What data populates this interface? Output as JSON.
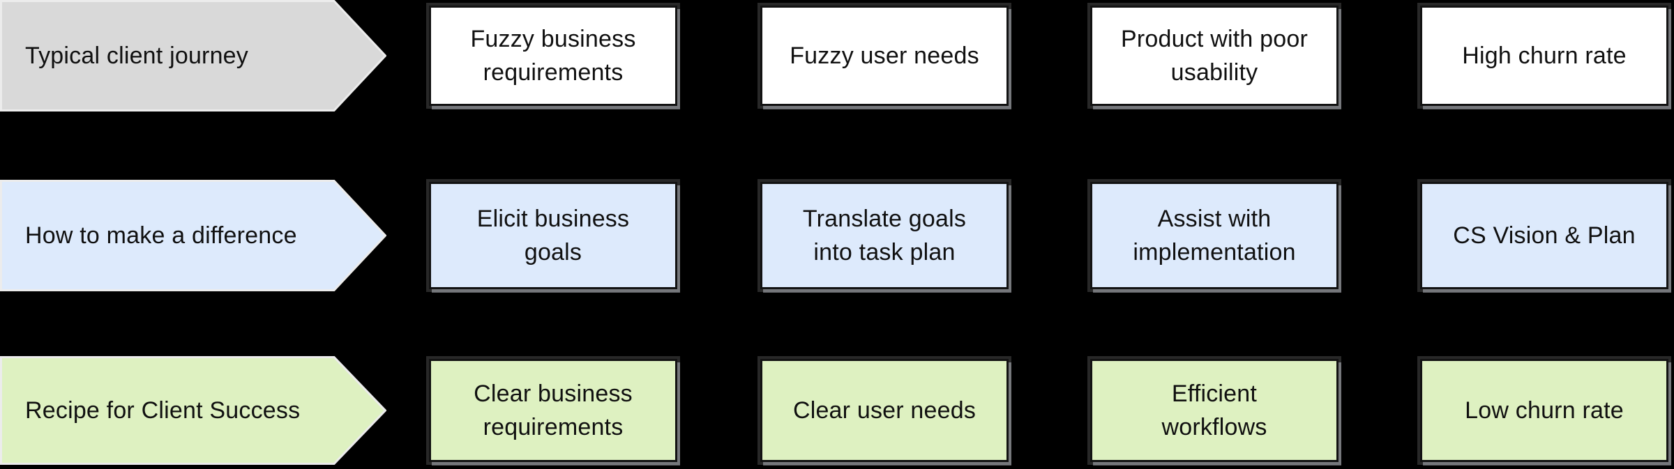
{
  "diagram": {
    "background": "#000000",
    "text_color": "#101010",
    "box_border_color": "#121212",
    "arrow_outline_color": "#ececec"
  },
  "rows": [
    {
      "label": "Typical client journey",
      "arrow_fill": "#d9d9d9",
      "box_fill": "#ffffff",
      "boxes": [
        {
          "lines": [
            "Fuzzy business",
            "requirements"
          ]
        },
        {
          "lines": [
            "Fuzzy user needs"
          ]
        },
        {
          "lines": [
            "Product with poor",
            "usability"
          ]
        },
        {
          "lines": [
            "High churn rate"
          ]
        }
      ]
    },
    {
      "label": "How to make a difference",
      "arrow_fill": "#ddeafc",
      "box_fill": "#ddeafc",
      "boxes": [
        {
          "lines": [
            "Elicit business",
            "goals"
          ]
        },
        {
          "lines": [
            "Translate goals",
            "into task plan"
          ]
        },
        {
          "lines": [
            "Assist with",
            "implementation"
          ]
        },
        {
          "lines": [
            "CS Vision & Plan"
          ]
        }
      ]
    },
    {
      "label": "Recipe for Client Success",
      "arrow_fill": "#def1c1",
      "box_fill": "#def1c1",
      "boxes": [
        {
          "lines": [
            "Clear business",
            "requirements"
          ]
        },
        {
          "lines": [
            "Clear user needs"
          ]
        },
        {
          "lines": [
            "Efficient",
            "workflows"
          ]
        },
        {
          "lines": [
            "Low churn rate"
          ]
        }
      ]
    }
  ]
}
